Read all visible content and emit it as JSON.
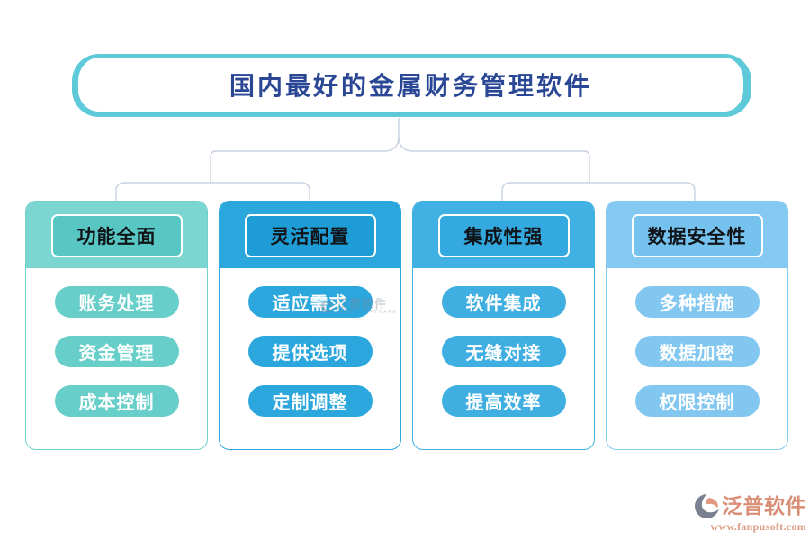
{
  "title": {
    "text": "国内最好的金属财务管理软件"
  },
  "groups": [
    {
      "header": "功能全面",
      "items": [
        "账务处理",
        "资金管理",
        "成本控制"
      ],
      "band_color": "#7BD5D0",
      "header_color": "#58C7C3",
      "pill_color": "#68CEC9",
      "border_color": "#6FD1CB"
    },
    {
      "header": "灵活配置",
      "items": [
        "适应需求",
        "提供选项",
        "定制调整"
      ],
      "band_color": "#2BA7DD",
      "header_color": "#1E9CD5",
      "pill_color": "#2BA7DD",
      "border_color": "#2BA7DD"
    },
    {
      "header": "集成性强",
      "items": [
        "软件集成",
        "无缝对接",
        "提高效率"
      ],
      "band_color": "#41B0E3",
      "header_color": "#33A9DF",
      "pill_color": "#3FAEE1",
      "border_color": "#41B0E3"
    },
    {
      "header": "数据安全性",
      "items": [
        "多种措施",
        "数据加密",
        "权限控制"
      ],
      "band_color": "#84C9F1",
      "header_color": "#76C2EE",
      "pill_color": "#81C7F0",
      "border_color": "#84C9F1"
    }
  ],
  "watermark": {
    "brand": "泛普软件",
    "subtitle": "FANPU SOFTWARE"
  },
  "footer": {
    "brand": "泛普软件",
    "url": "www.fanpusoft.com"
  },
  "theme": {
    "title_text_color": "#2A4796",
    "title_border_color": "#5EC9D8",
    "connector_color": "#C9D2E3",
    "brand_color": "#D98E75",
    "url_color": "#DD9C85"
  }
}
